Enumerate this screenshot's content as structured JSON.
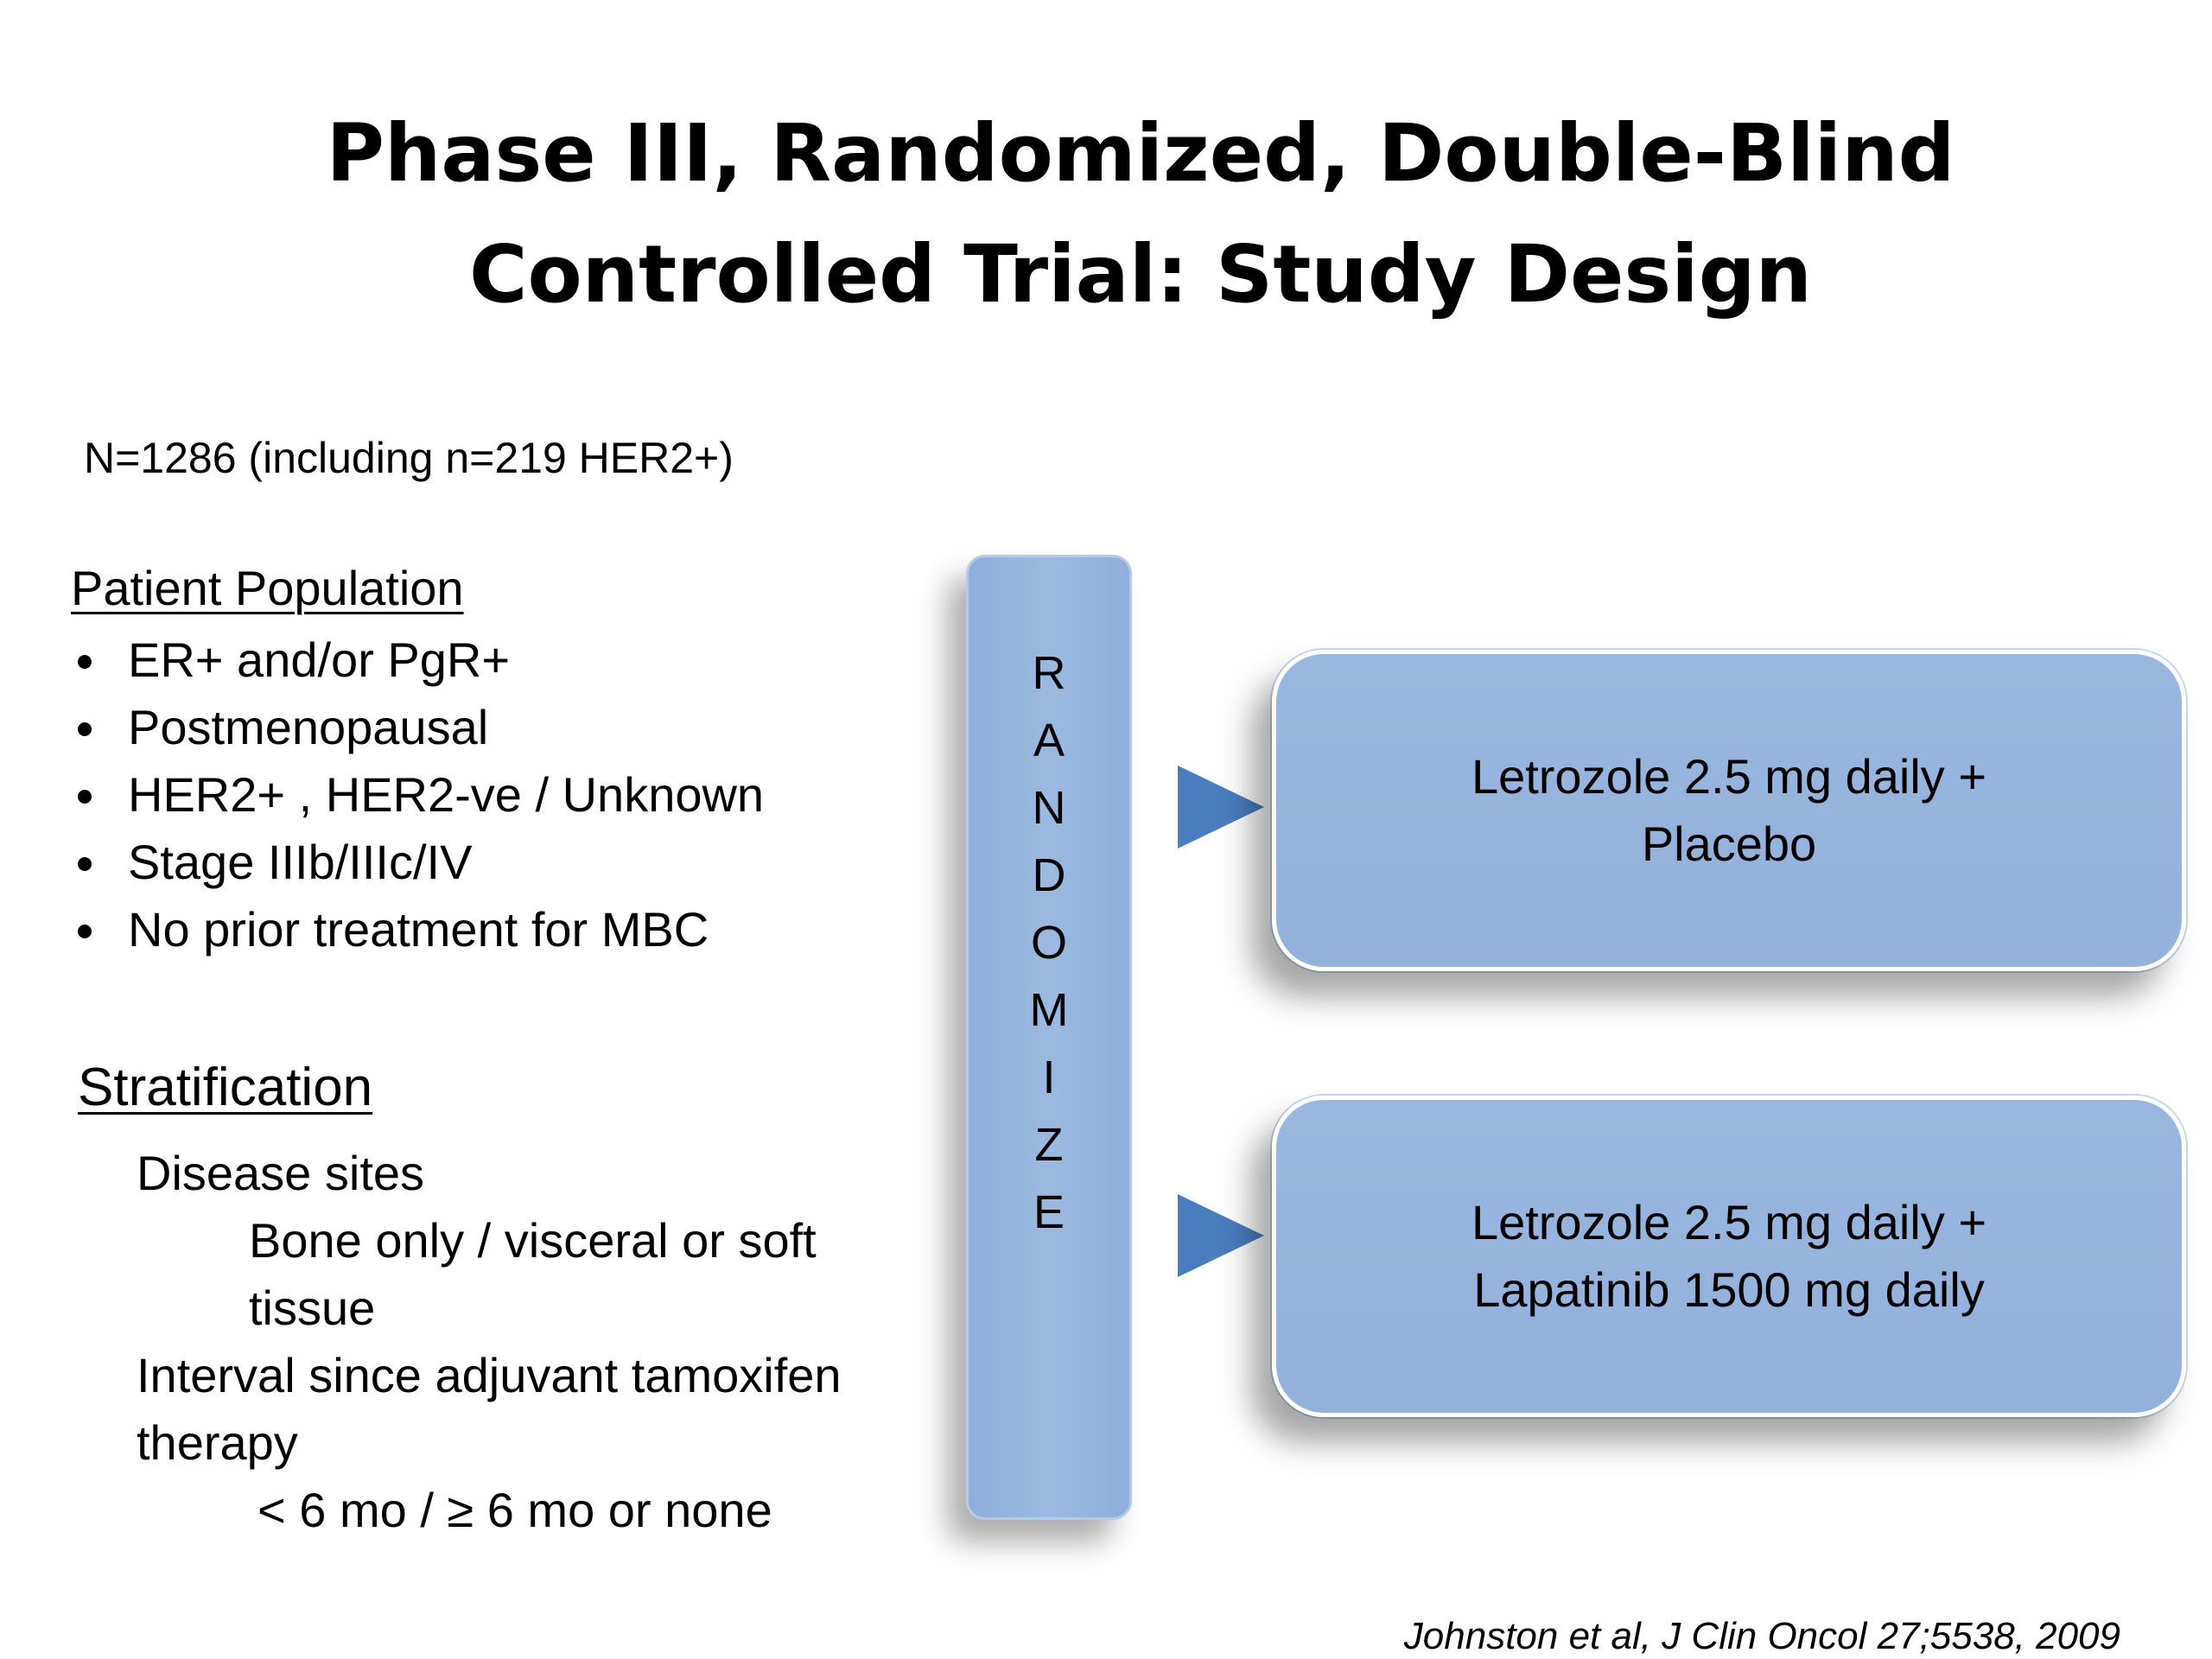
{
  "title": {
    "line1": "Phase III, Randomized, Double-Blind",
    "line2": "Controlled Trial: Study Design"
  },
  "enrollment": "N=1286 (including n=219 HER2+)",
  "patient_population": {
    "heading": "Patient Population",
    "items": [
      "ER+ and/or PgR+",
      "Postmenopausal",
      "HER2+ , HER2-ve / Unknown",
      "Stage IIIb/IIIc/IV",
      "No prior treatment for MBC"
    ]
  },
  "stratification": {
    "heading": "Stratification",
    "factor1": "Disease sites",
    "factor1_levels_line1": "Bone only / visceral or soft",
    "factor1_levels_line2": "tissue",
    "factor2_line1": "Interval since adjuvant tamoxifen",
    "factor2_line2": "therapy",
    "factor2_levels": "< 6 mo / ≥ 6 mo or none"
  },
  "randomize": {
    "letters": [
      "R",
      "A",
      "N",
      "D",
      "O",
      "M",
      "I",
      "Z",
      "E"
    ]
  },
  "arms": [
    {
      "line1": "Letrozole 2.5 mg daily +",
      "line2": "Placebo"
    },
    {
      "line1": "Letrozole 2.5 mg daily +",
      "line2": "Lapatinib 1500 mg daily"
    }
  ],
  "citation": "Johnston et al, J Clin Oncol 27;5538, 2009",
  "colors": {
    "box_fill": "#95b3dc",
    "arrow": "#4a7dbf",
    "text": "#000000"
  },
  "icons": {
    "arrow": "right-pointing-triangle",
    "bullet": "filled-circle"
  }
}
